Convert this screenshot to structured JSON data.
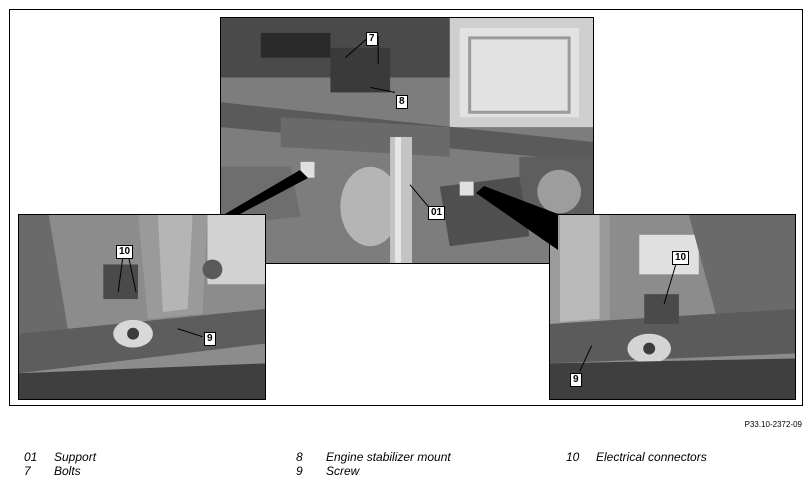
{
  "figure": {
    "reference": "P33.10-2372-09",
    "callouts": {
      "c7": "7",
      "c8": "8",
      "c01": "01",
      "c10_left": "10",
      "c9_left": "9",
      "c10_right": "10",
      "c9_right": "9"
    }
  },
  "legend": [
    {
      "number": "01",
      "label": "Support"
    },
    {
      "number": "7",
      "label": "Bolts"
    },
    {
      "number": "8",
      "label": "Engine stabilizer mount"
    },
    {
      "number": "9",
      "label": "Screw"
    },
    {
      "number": "10",
      "label": "Electrical connectors"
    }
  ]
}
